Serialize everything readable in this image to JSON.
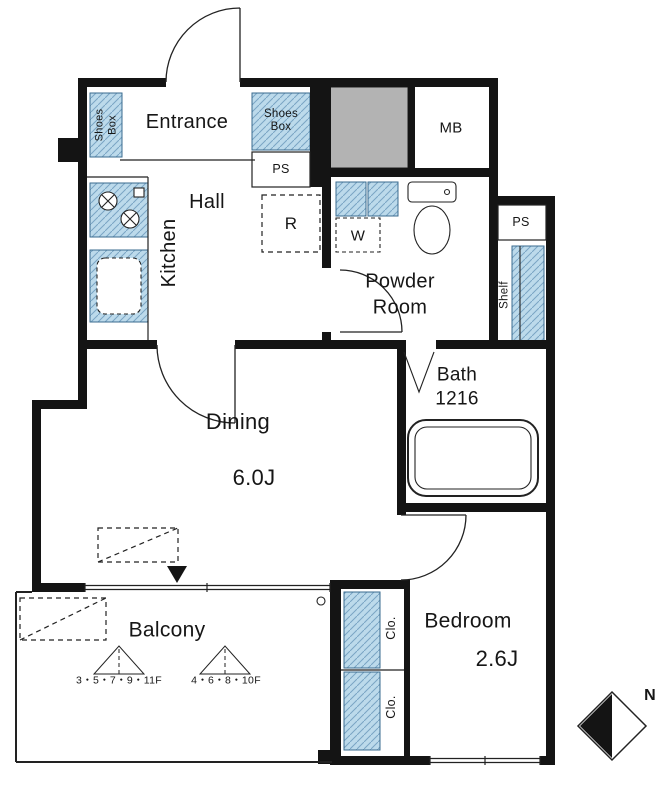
{
  "colors": {
    "wall": "#141414",
    "fixture_blue": "#bcdaeb",
    "hatch_line": "#7aa5c4",
    "shaft_gray": "#b3b3b3",
    "line": "#222222"
  },
  "rooms": {
    "entrance": {
      "label": "Entrance"
    },
    "hall": {
      "label": "Hall"
    },
    "kitchen": {
      "label": "Kitchen"
    },
    "powder_room": {
      "label": "Powder\nRoom"
    },
    "bath": {
      "label": "Bath\n1216"
    },
    "dining": {
      "label": "Dining",
      "size": "6.0J"
    },
    "bedroom": {
      "label": "Bedroom",
      "size": "2.6J"
    },
    "balcony": {
      "label": "Balcony"
    }
  },
  "fixtures": {
    "shoes_box_left": "Shoes\nBox",
    "shoes_box_right": "Shoes\nBox",
    "ps_entrance": "PS",
    "ps_right": "PS",
    "meter_box": "MB",
    "refrigerator": "R",
    "washer": "W",
    "shelf": "Shelf",
    "closet_upper": "Clo.",
    "closet_lower": "Clo."
  },
  "balcony_notes": {
    "hatch_floors_1": "3・5・7・9・11F",
    "hatch_floors_2": "4・6・8・10F"
  },
  "compass": {
    "north": "N"
  }
}
